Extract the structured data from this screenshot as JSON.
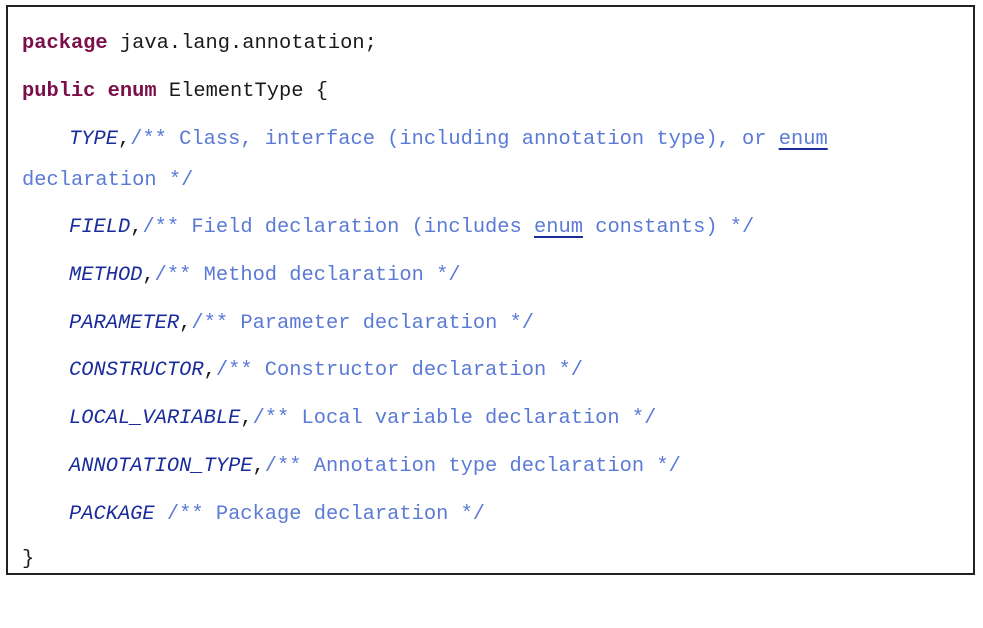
{
  "code": {
    "package_kw": "package",
    "package_name": " java.lang.annotation;",
    "public_kw": "public",
    "enum_kw": "enum",
    "type_name": " ElementType {",
    "entries": [
      {
        "name": "TYPE",
        "sep": ",",
        "comment_pre": "/** Class, interface (including annotation type), or ",
        "comment_ul": "enum",
        "comment_post": "",
        "wrap": "declaration */"
      },
      {
        "name": "FIELD",
        "sep": ",",
        "comment_pre": "/** Field declaration (includes ",
        "comment_ul": "enum",
        "comment_post": " constants) */"
      },
      {
        "name": "METHOD",
        "sep": ",",
        "comment_pre": "/** Method declaration */"
      },
      {
        "name": "PARAMETER",
        "sep": ",",
        "comment_pre": "/** Parameter declaration */"
      },
      {
        "name": "CONSTRUCTOR",
        "sep": ",",
        "comment_pre": "/** Constructor declaration */"
      },
      {
        "name": "LOCAL_VARIABLE",
        "sep": ",",
        "comment_pre": "/** Local variable declaration */"
      },
      {
        "name": "ANNOTATION_TYPE",
        "sep": ",",
        "comment_pre": "/** Annotation type declaration */"
      },
      {
        "name": "PACKAGE",
        "sep": "",
        "comment_pre": " /** Package declaration */"
      }
    ],
    "closing_brace": "}"
  },
  "colors": {
    "keyword": "#7a0f4a",
    "constant": "#1a2c9c",
    "comment": "#5a7ad6"
  }
}
